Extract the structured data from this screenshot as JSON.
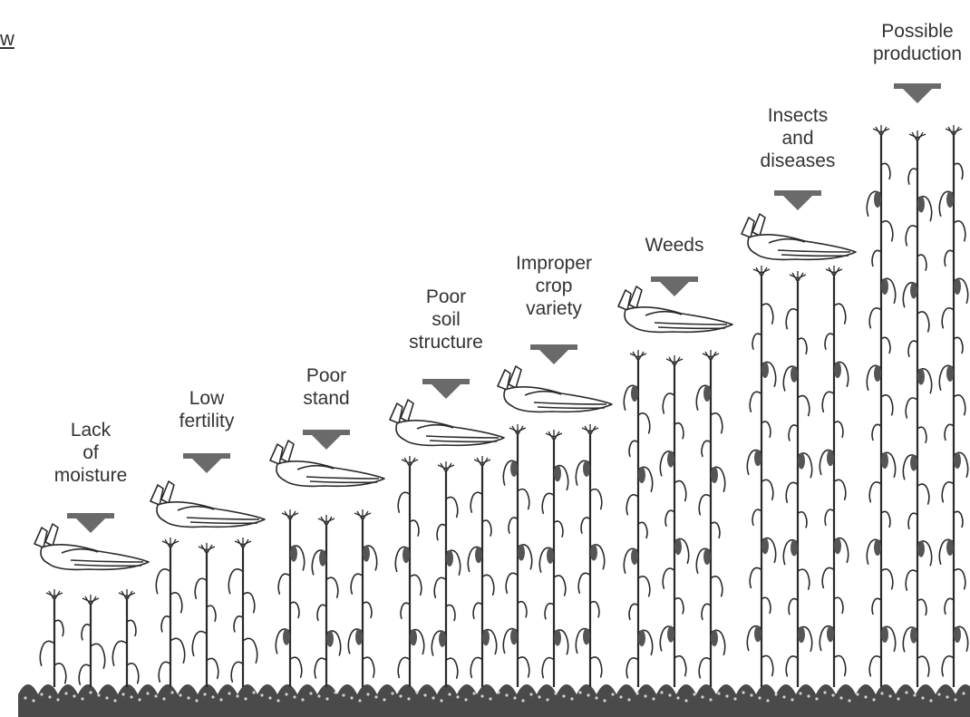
{
  "corner_text": "w",
  "stages": [
    {
      "label": [
        "Lack",
        "of",
        "moisture"
      ],
      "limited": true
    },
    {
      "label": [
        "Low",
        "fertility"
      ],
      "limited": true
    },
    {
      "label": [
        "Poor",
        "stand"
      ],
      "limited": true
    },
    {
      "label": [
        "Poor",
        "soil",
        "structure"
      ],
      "limited": true
    },
    {
      "label": [
        "Improper",
        "crop",
        "variety"
      ],
      "limited": true
    },
    {
      "label": [
        "Weeds"
      ],
      "limited": true
    },
    {
      "label": [
        "Insects",
        "and",
        "diseases"
      ],
      "limited": true
    },
    {
      "label": [
        "Possible",
        "production"
      ],
      "limited": false
    }
  ],
  "colors": {
    "arrow": "#6a6a6a",
    "ink": "#2a2a2a",
    "soil": "#4a4a4a"
  }
}
